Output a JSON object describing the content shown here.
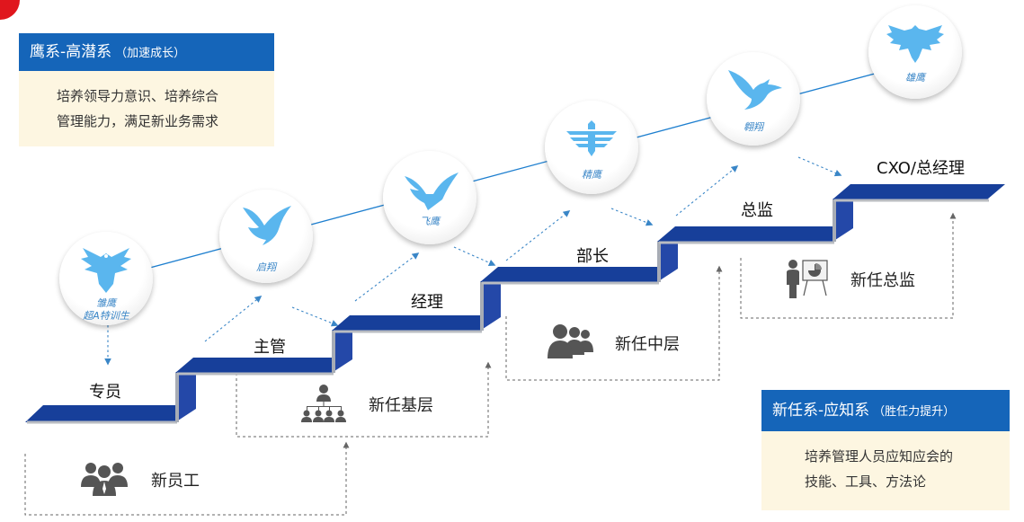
{
  "callouts": {
    "eagle": {
      "title": "鹰系-高潜系",
      "subtitle": "（加速成长）",
      "body_lines": [
        "培养领导力意识、培养综合",
        "管理能力，满足新业务需求"
      ]
    },
    "new_manager": {
      "title": "新任系-应知系",
      "subtitle": "（胜任力提升）",
      "body_lines": [
        "培养管理人员应知应会的",
        "技能、工具、方法论"
      ]
    }
  },
  "steps": {
    "specialist": "专员",
    "supervisor": "主管",
    "manager": "经理",
    "minister": "部长",
    "director": "总监",
    "cxo": "CXO/总经理"
  },
  "groups": {
    "new_employee": "新员工",
    "new_base": "新任基层",
    "new_middle": "新任中层",
    "new_director": "新任总监"
  },
  "badges": [
    {
      "name_lines": [
        "雏鹰",
        "超A特训生"
      ]
    },
    {
      "name_lines": [
        "启翔"
      ]
    },
    {
      "name_lines": [
        "飞鹰"
      ]
    },
    {
      "name_lines": [
        "精鹰"
      ]
    },
    {
      "name_lines": [
        "翱翔"
      ]
    },
    {
      "name_lines": [
        "雄鹰"
      ]
    }
  ],
  "colors": {
    "stair_blue": "#173f9a",
    "callout_blue": "#1565b9",
    "callout_body": "#fdf6e1",
    "eagle_blue": "#5ab6ee",
    "arrow_blue": "#3a86c7",
    "icon_gray": "#555555",
    "corner_red": "#e0161d"
  }
}
